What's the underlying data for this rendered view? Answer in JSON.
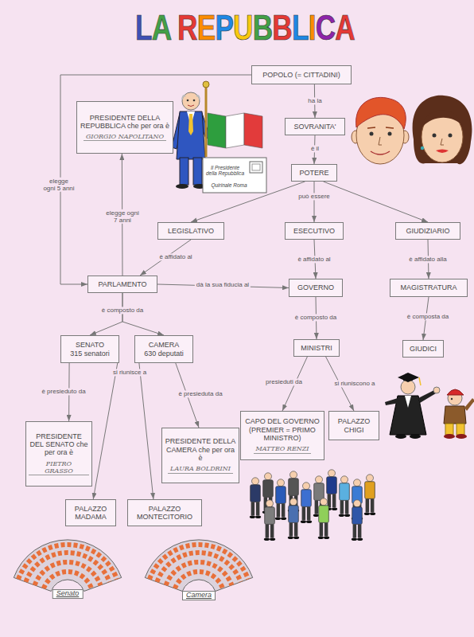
{
  "diagram": {
    "title": "LA REPUBBLICA",
    "nodes": [
      {
        "text": [
          "POPOLO (= CITTADINI)"
        ]
      },
      {
        "text": [
          "PRESIDENTE DELLA REPUBBLICA che per ora è",
          "GIORGIO NAPOLITANO"
        ]
      },
      {
        "text": [
          "SOVRANITA'"
        ]
      },
      {
        "text": [
          "POTERE"
        ]
      },
      {
        "text": [
          "LEGISLATIVO"
        ]
      },
      {
        "text": [
          "ESECUTIVO"
        ]
      },
      {
        "text": [
          "GIUDIZIARIO"
        ]
      },
      {
        "text": [
          "PARLAMENTO"
        ]
      },
      {
        "text": [
          "GOVERNO"
        ]
      },
      {
        "text": [
          "MAGISTRATURA"
        ]
      },
      {
        "text": [
          "SENATO",
          "315 senatori"
        ]
      },
      {
        "text": [
          "CAMERA",
          "630 deputati"
        ]
      },
      {
        "text": [
          "MINISTRI"
        ]
      },
      {
        "text": [
          "GIUDICI"
        ]
      },
      {
        "text": [
          "PRESIDENTE DEL SENATO che per ora è",
          "PIETRO GRASSO"
        ]
      },
      {
        "text": [
          "PRESIDENTE DELLA CAMERA che per ora è",
          "LAURA BOLDRINI"
        ]
      },
      {
        "text": [
          "CAPO DEL GOVERNO (PREMIER = PRIMO MINISTRO)",
          "MATTEO RENZI"
        ]
      },
      {
        "text": [
          "PALAZZO CHIGI"
        ]
      },
      {
        "text": [
          "PALAZZO MADAMA"
        ]
      },
      {
        "text": [
          "PALAZZO MONTECITORIO"
        ]
      }
    ],
    "edges": [
      {
        "from": 0,
        "to": 2,
        "label": "ha la",
        "arrow": "to"
      },
      {
        "from": 2,
        "to": 3,
        "label": "è il",
        "arrow": "to"
      },
      {
        "from": 3,
        "to": 4,
        "arrow": "to"
      },
      {
        "from": 3,
        "to": 5,
        "label": "può essere",
        "arrow": "to"
      },
      {
        "from": 3,
        "to": 6,
        "arrow": "to"
      },
      {
        "from": 4,
        "to": 7,
        "label": "è affidato al",
        "arrow": "to"
      },
      {
        "from": 5,
        "to": 8,
        "label": "è affidato al",
        "arrow": "to"
      },
      {
        "from": 6,
        "to": 9,
        "label": "è affidato alla",
        "arrow": "to"
      },
      {
        "from": 0,
        "to": 7,
        "label": "elegge ogni 5 anni",
        "arrow": "to"
      },
      {
        "from": 7,
        "to": 1,
        "label": "elegge ogni 7 anni",
        "arrow": "to"
      },
      {
        "from": 7,
        "to": 8,
        "label": "dà la sua fiducia al",
        "arrow": "to"
      },
      {
        "from": 7,
        "to": 10,
        "label": "è composto da",
        "arrow": "to"
      },
      {
        "from": 7,
        "to": 11,
        "arrow": "to"
      },
      {
        "from": 8,
        "to": 12,
        "label": "è composto da",
        "arrow": "to"
      },
      {
        "from": 9,
        "to": 13,
        "label": "è composta da",
        "arrow": "to"
      },
      {
        "from": 10,
        "to": 14,
        "label": "è presieduto da",
        "arrow": "to"
      },
      {
        "from": 11,
        "to": 15,
        "label": "è presieduta da",
        "arrow": "to"
      },
      {
        "from": 10,
        "to": 18,
        "label": "si riunisce a",
        "arrow": "to"
      },
      {
        "from": 11,
        "to": 19,
        "arrow": "to"
      },
      {
        "from": 12,
        "to": 16,
        "label": "presieduti da",
        "arrow": "to"
      },
      {
        "from": 12,
        "to": 17,
        "label": "si riuniscono a",
        "arrow": "to"
      }
    ],
    "labels": [
      "Il Presidente della Repubblica",
      "Quirinale Roma",
      "Senato",
      "Camera"
    ]
  }
}
